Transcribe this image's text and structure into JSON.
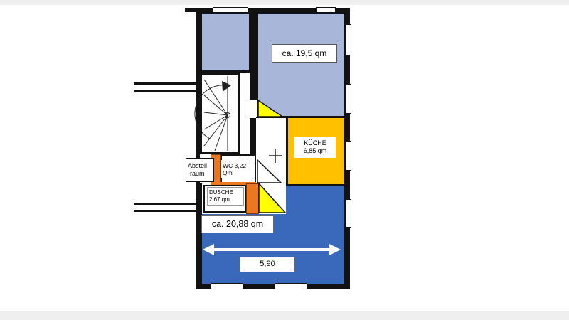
{
  "floorplan": {
    "upper_room": {
      "area_label": "ca. 19,5 qm"
    },
    "kitchen": {
      "name": "KÜCHE",
      "area": "6,85 qm"
    },
    "wc": {
      "line1": "WC 3,22",
      "line2": "Qm"
    },
    "storage": {
      "line1": "Abstell",
      "line2": "-raum"
    },
    "shower": {
      "name": "DUSCHE",
      "area": "2,67 qm"
    },
    "living_room": {
      "area_label": "ca. 20,88 qm",
      "width_label": "5,90"
    },
    "colors": {
      "room_light_blue": "#a8b6da",
      "room_dark_blue": "#3a68ba",
      "kitchen_yellow": "#ffc000",
      "wall_orange": "#ed7621",
      "door_yellow": "#ffff00",
      "wall_black": "#121212",
      "strip_gray": "#efefef"
    }
  }
}
